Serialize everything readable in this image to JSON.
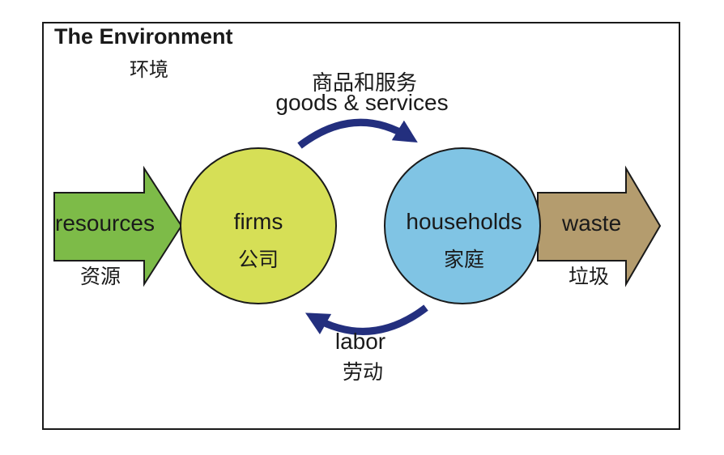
{
  "title": {
    "en": "The Environment",
    "zh": "环境"
  },
  "nodes": {
    "firms": {
      "en": "firms",
      "zh": "公司",
      "fill": "#d6df56"
    },
    "households": {
      "en": "households",
      "zh": "家庭",
      "fill": "#80c4e4"
    }
  },
  "inputs": {
    "resources": {
      "en": "resources",
      "zh": "资源",
      "fill": "#7dbb48"
    }
  },
  "outputs": {
    "waste": {
      "en": "waste",
      "zh": "垃圾",
      "fill": "#b49c6e"
    }
  },
  "flows": {
    "goods_services": {
      "en": "goods & services",
      "zh": "商品和服务"
    },
    "labor": {
      "en": "labor",
      "zh": "劳动"
    }
  },
  "colors": {
    "flow_arrow": "#232f7e",
    "outline": "#1a1a1a",
    "background": "#ffffff"
  }
}
